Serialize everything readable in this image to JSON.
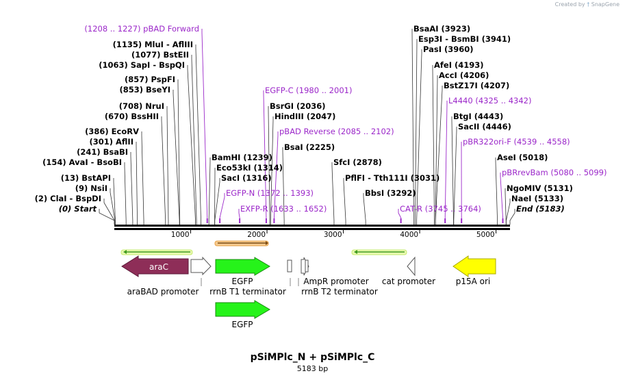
{
  "credit": {
    "text": "Created by",
    "brand": "SnapGene"
  },
  "map": {
    "title": "pSiMPlc_N + pSiMPlc_C",
    "length": "5183 bp",
    "total_bp": 5183
  },
  "ruler": {
    "ticks": [
      "1000",
      "2000",
      "3000",
      "4000",
      "5000"
    ]
  },
  "colors": {
    "enzyme": "#000000",
    "primer": "#9b27c9",
    "feature_green": "#26f31a",
    "arac": "#8e2e58",
    "p15a": "#ffff00",
    "primer_arrow": "#62b22a",
    "bar_orange": "#e9a146"
  },
  "sites": [
    {
      "id": "s_start",
      "text": "(0)  Start",
      "italic": true
    },
    {
      "id": "s_clai",
      "text": "(2)  ClaI  - BspDI"
    },
    {
      "id": "s_nsii",
      "text": "(9)  NsiI"
    },
    {
      "id": "s_bstapi",
      "text": "(13)  BstAPI"
    },
    {
      "id": "s_avai",
      "text": "(154)  AvaI  - BsoBI"
    },
    {
      "id": "s_bsabi",
      "text": "(241)  BsaBI"
    },
    {
      "id": "s_aflii",
      "text": "(301)  AflII"
    },
    {
      "id": "s_ecorv",
      "text": "(386)  EcoRV"
    },
    {
      "id": "s_bsshii",
      "text": "(670)  BssHII"
    },
    {
      "id": "s_nrui",
      "text": "(708)  NruI"
    },
    {
      "id": "s_bseyi",
      "text": "(853)  BseYI"
    },
    {
      "id": "s_pspfi",
      "text": "(857)  PspFI"
    },
    {
      "id": "s_sapi",
      "text": "(1063)  SapI  - BspQI"
    },
    {
      "id": "s_bsteii",
      "text": "(1077)  BstEII"
    },
    {
      "id": "s_mlui",
      "text": "(1135)  MluI  - AflIII"
    },
    {
      "id": "s_bamhi",
      "text": "BamHI  (1239)"
    },
    {
      "id": "s_eco53ki",
      "text": "Eco53kI  (1314)"
    },
    {
      "id": "s_saci",
      "text": "SacI  (1316)"
    },
    {
      "id": "s_bsrgi",
      "text": "BsrGI  (2036)"
    },
    {
      "id": "s_hindiii",
      "text": "HindIII  (2047)"
    },
    {
      "id": "s_bsai",
      "text": "BsaI  (2225)"
    },
    {
      "id": "s_sfci",
      "text": "SfcI  (2878)"
    },
    {
      "id": "s_pflfi",
      "text": "PflFI  - Tth111I  (3031)"
    },
    {
      "id": "s_bbsi",
      "text": "BbsI  (3292)"
    },
    {
      "id": "s_bsaai",
      "text": "BsaAI  (3923)"
    },
    {
      "id": "s_esp3i",
      "text": "Esp3I  - BsmBI  (3941)"
    },
    {
      "id": "s_pasi",
      "text": "PasI  (3960)"
    },
    {
      "id": "s_afei",
      "text": "AfeI  (4193)"
    },
    {
      "id": "s_acci",
      "text": "AccI  (4206)"
    },
    {
      "id": "s_bstz17i",
      "text": "BstZ17I  (4207)"
    },
    {
      "id": "s_btgi",
      "text": "BtgI  (4443)"
    },
    {
      "id": "s_sacii",
      "text": "SacII  (4446)"
    },
    {
      "id": "s_asei",
      "text": "AseI  (5018)"
    },
    {
      "id": "s_ngomiv",
      "text": "NgoMIV  (5131)"
    },
    {
      "id": "s_naei",
      "text": "NaeI  (5133)"
    },
    {
      "id": "s_end",
      "text": "End  (5183)",
      "italic": true
    }
  ],
  "primers": [
    {
      "id": "p_pbadf",
      "text": "(1208 .. 1227)  pBAD Forward"
    },
    {
      "id": "p_egfpc",
      "text": "EGFP-C  (1980 .. 2001)"
    },
    {
      "id": "p_pbadr",
      "text": "pBAD Reverse  (2085 .. 2102)"
    },
    {
      "id": "p_egfpn",
      "text": "EGFP-N  (1372 .. 1393)"
    },
    {
      "id": "p_exfpr",
      "text": "EXFP-R  (1633 .. 1652)"
    },
    {
      "id": "p_catr",
      "text": "CAT-R  (3745 .. 3764)"
    },
    {
      "id": "p_l4440",
      "text": "L4440  (4325 .. 4342)"
    },
    {
      "id": "p_pbr322",
      "text": "pBR322ori-F  (4539 .. 4558)"
    },
    {
      "id": "p_pbrrev",
      "text": "pBRrevBam  (5080 .. 5099)"
    }
  ],
  "features": [
    {
      "id": "f_arac",
      "text": "araC"
    },
    {
      "id": "f_arabad",
      "text": "araBAD promoter"
    },
    {
      "id": "f_egfp1",
      "text": "EGFP"
    },
    {
      "id": "f_rrnbt1",
      "text": "rrnB T1 terminator"
    },
    {
      "id": "f_ampr",
      "text": "AmpR promoter"
    },
    {
      "id": "f_rrnbt2",
      "text": "rrnB T2 terminator"
    },
    {
      "id": "f_cat",
      "text": "cat promoter"
    },
    {
      "id": "f_p15a",
      "text": "p15A ori"
    },
    {
      "id": "f_egfp2",
      "text": "EGFP"
    }
  ]
}
